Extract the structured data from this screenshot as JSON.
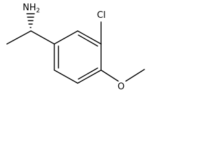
{
  "molecule": {
    "labels": {
      "amine": "NH",
      "amine_subscript": "2",
      "chlorine": "Cl",
      "oxygen": "O"
    }
  }
}
